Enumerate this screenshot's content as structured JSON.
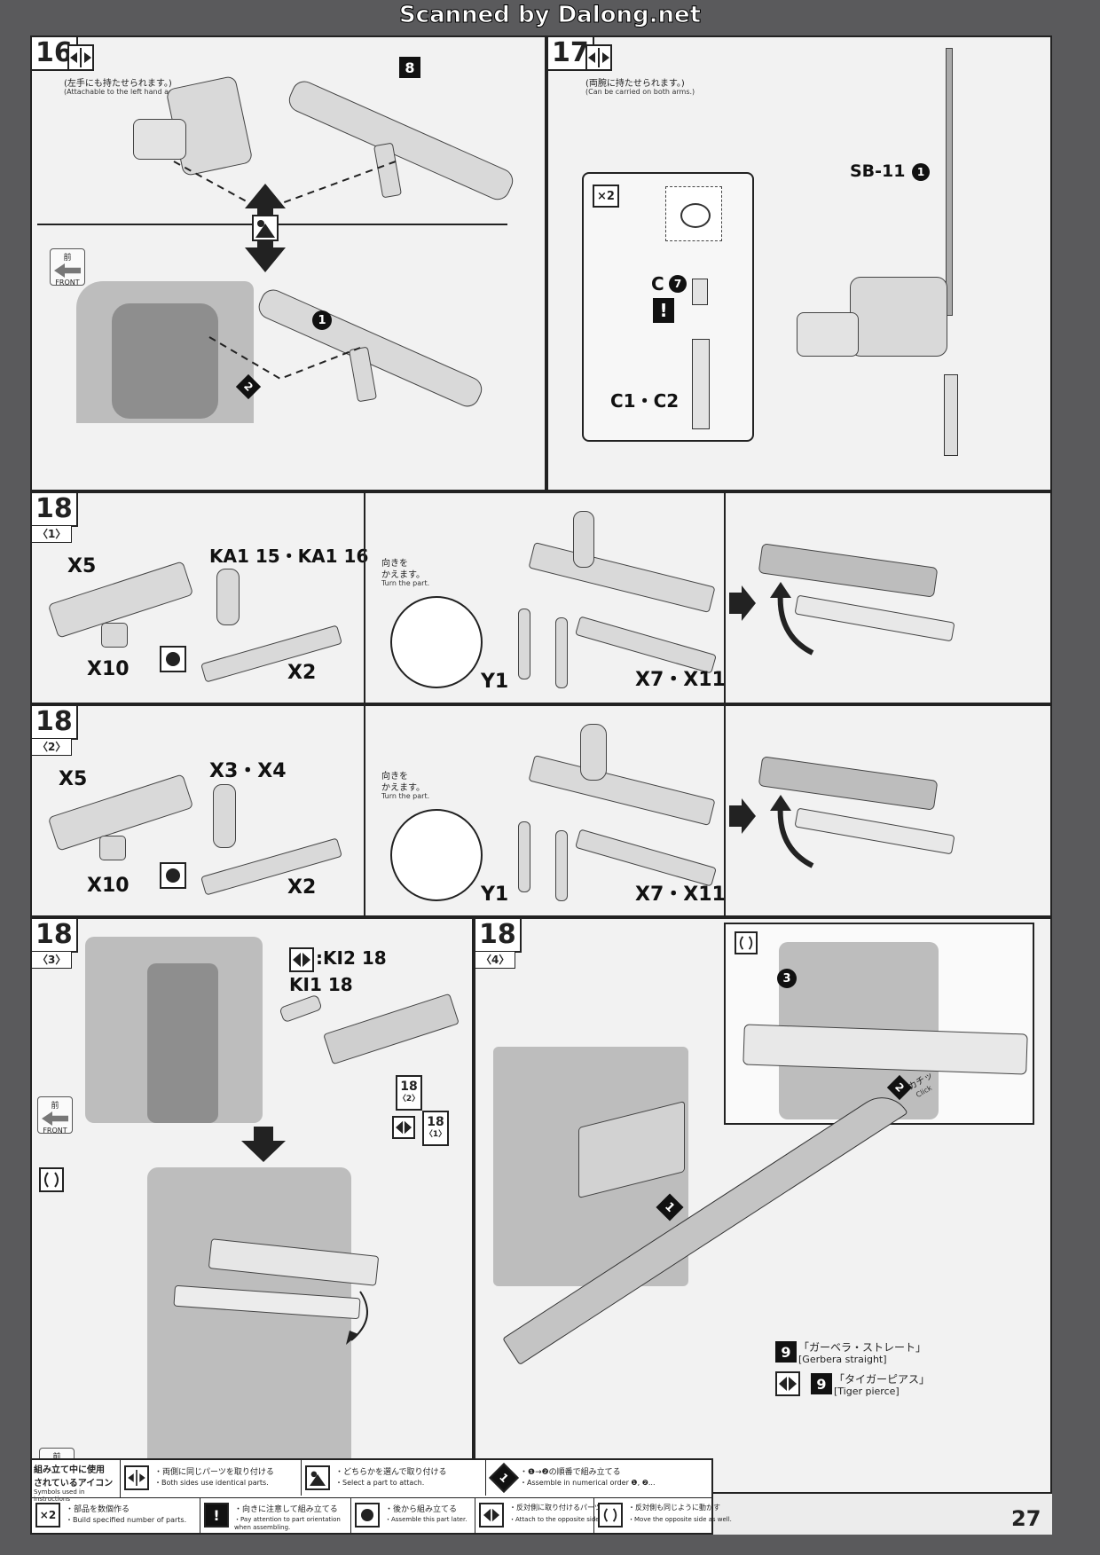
{
  "header": {
    "scan_credit": "Scanned by Dalong.net"
  },
  "step16": {
    "number": "16",
    "note_jp": "(左手にも持たせられます。)",
    "note_en": "(Attachable to the left hand as well.)",
    "part_label": "8",
    "front_jp": "前",
    "front_en": "FRONT",
    "seq1": "1",
    "seq2": "2"
  },
  "step17": {
    "number": "17",
    "note_jp": "(両腕に持たせられます。)",
    "note_en": "(Can be carried on both arms.)",
    "part_sb": "SB-11",
    "part_sb_num": "1",
    "multiplier": "×2",
    "part_c7": "C",
    "part_c7_num": "7",
    "part_c12": "C1・C2",
    "attention": "!"
  },
  "step18_1": {
    "number": "18",
    "sub": "〈1〉",
    "x5": "X5",
    "ka": "KA1 15・KA1 16",
    "x10": "X10",
    "x2": "X2",
    "turn_jp": "向きを\nかえます。",
    "turn_jp1": "向きを",
    "turn_jp2": "かえます。",
    "turn_en": "Turn the part.",
    "y1": "Y1",
    "x7x11": "X7・X11"
  },
  "step18_2": {
    "number": "18",
    "sub": "〈2〉",
    "x5": "X5",
    "x3x4": "X3・X4",
    "x10": "X10",
    "x2": "X2",
    "turn_jp1": "向きを",
    "turn_jp2": "かえます。",
    "turn_en": "Turn the part.",
    "y1": "Y1",
    "x7x11": "X7・X11"
  },
  "step18_3": {
    "number": "18",
    "sub": "〈3〉",
    "ki2": ":KI2 18",
    "ki1": "KI1 18",
    "ref_a": "18",
    "ref_a_sub": "〈2〉",
    "ref_b": "18",
    "ref_b_sub": "〈1〉",
    "front_jp": "前",
    "front_en": "FRONT"
  },
  "step18_4": {
    "number": "18",
    "sub": "〈4〉",
    "seq1": "1",
    "seq2": "2",
    "seq3": "3",
    "click_jp": "カチッ",
    "click_en": "Click",
    "part9": "9",
    "gerbera_jp": "「ガーベラ・ストレート」",
    "gerbera_en": "[Gerbera straight]",
    "tiger_jp": "「タイガーピアス」",
    "tiger_en": "[Tiger pierce]"
  },
  "legend": {
    "title_jp1": "組み立て中に使用",
    "title_jp2": "されているアイコン",
    "title_en": "Symbols used in instructions",
    "items": [
      {
        "icon": "both-sides",
        "jp": "・両側に同じパーツを取り付ける",
        "en": "・Both sides use identical parts."
      },
      {
        "icon": "select",
        "jp": "・どちらかを選んで取り付ける",
        "en": "・Select a part to attach."
      },
      {
        "icon": "sequence",
        "jp": "・❶→❷の順番で組み立てる",
        "en": "・Assemble in numerical order ❶, ❷..."
      },
      {
        "icon": "multiply",
        "jp": "・部品を数個作る",
        "en": "・Build specified number of parts."
      },
      {
        "icon": "attention",
        "jp": "・向きに注意して組み立てる",
        "en": "・Pay attention to part orientation",
        "en2": "when assembling."
      },
      {
        "icon": "later",
        "jp": "・後から組み立てる",
        "en": "・Assemble this part later."
      },
      {
        "icon": "opposite",
        "jp": "・反対側に取り付けるパーツ",
        "en": "・Attach to the opposite side."
      },
      {
        "icon": "move-opposite",
        "jp": "・反対側も同じように動かす",
        "en": "・Move the opposite side as well."
      }
    ],
    "icon_x2": "×2",
    "icon_attention": "!",
    "icon_seq": "1"
  },
  "page_number": "27"
}
